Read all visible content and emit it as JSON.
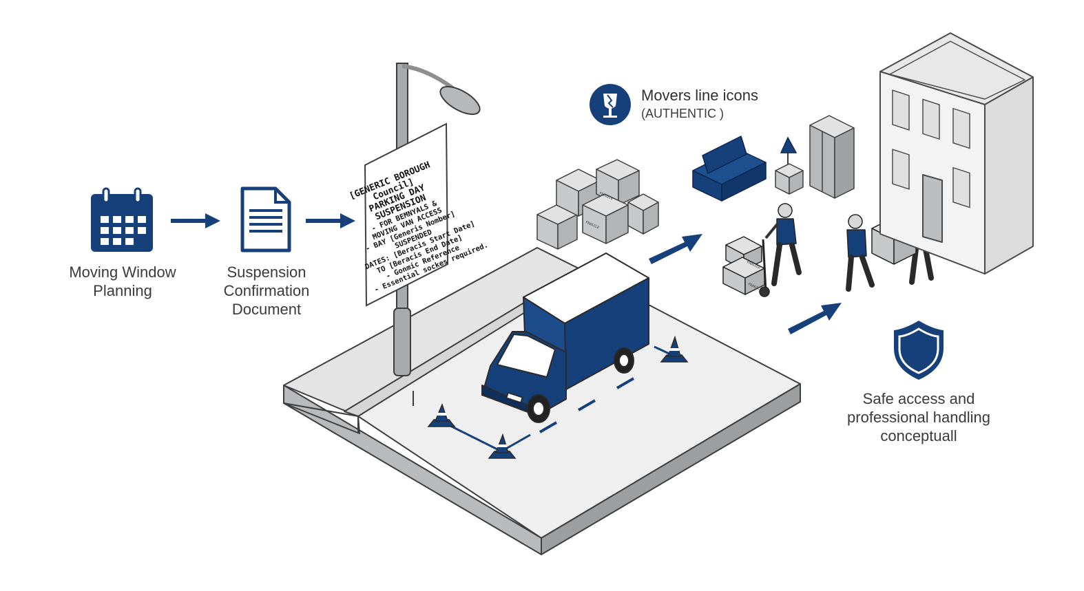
{
  "steps": {
    "planning_label": "Moving Window\nPlanning",
    "suspension_label": "Suspension\nConfirmation\nDocument"
  },
  "sign": {
    "lines": [
      "[GENERIC BOROUGH",
      "Council]",
      "PARKING DAY",
      "SUSPENSION",
      "- FOR BEMNYALS &",
      "MOVING VAN ACCESS",
      "- BAY [Generis Nomber]",
      "SUSPENDED",
      "DATES: [Beracis Start Date]",
      "TO [Beracis End Date]",
      "- Gonmic Reference",
      "- Essential sockes required."
    ]
  },
  "movers": {
    "title": "Movers line icons",
    "subtitle": "(AUTHENTIC )"
  },
  "box_label": "FRAGILE",
  "safe_label": "Safe access and\nprofessional handling\nconceptuall",
  "colors": {
    "navy": "#16407a",
    "gray": "#c9cacc",
    "light_gray": "#e6e6e7",
    "outline": "#3d3d3d"
  }
}
